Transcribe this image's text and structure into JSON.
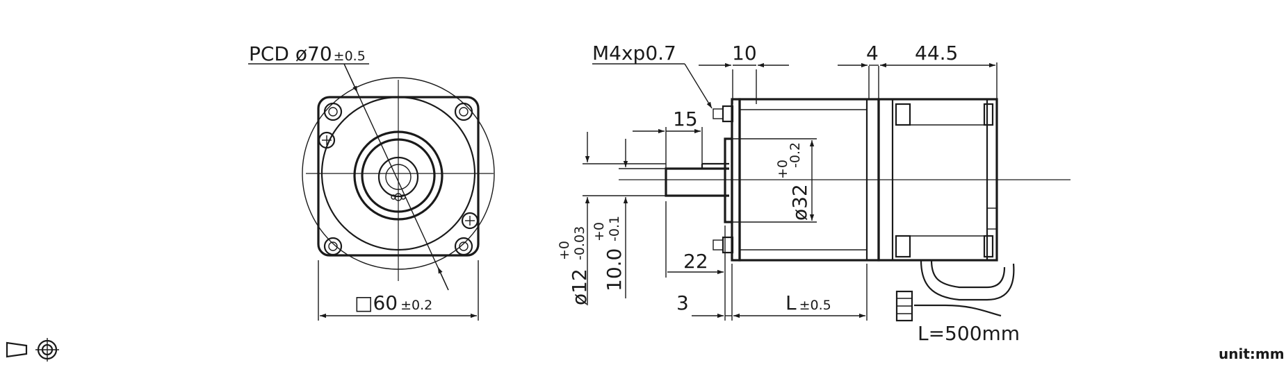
{
  "front_view": {
    "pcd": {
      "prefix": "PCD",
      "value": "ø70",
      "tolerance": "±0.5"
    },
    "square": {
      "symbol": "□",
      "value": "60",
      "tolerance": "±0.2"
    }
  },
  "side_view": {
    "thread": "M4xp0.7",
    "dim_10": "10",
    "dim_4": "4",
    "dim_44_5": "44.5",
    "dim_15": "15",
    "dim_22": "22",
    "dim_3": "3",
    "length": {
      "value": "L",
      "tolerance": "±0.5"
    },
    "pilot": {
      "value": "ø32",
      "tol_upper": "+0",
      "tol_lower": "-0.2"
    },
    "shaft": {
      "value": "ø12",
      "tol_upper": "+0",
      "tol_lower": "-0.03"
    },
    "flat": {
      "value": "10.0",
      "tol_upper": "+0",
      "tol_lower": "-0.1"
    },
    "cable": "L=500mm"
  },
  "symbols": {
    "projection": "third-angle-projection-icon"
  },
  "unit_label": "unit:mm"
}
